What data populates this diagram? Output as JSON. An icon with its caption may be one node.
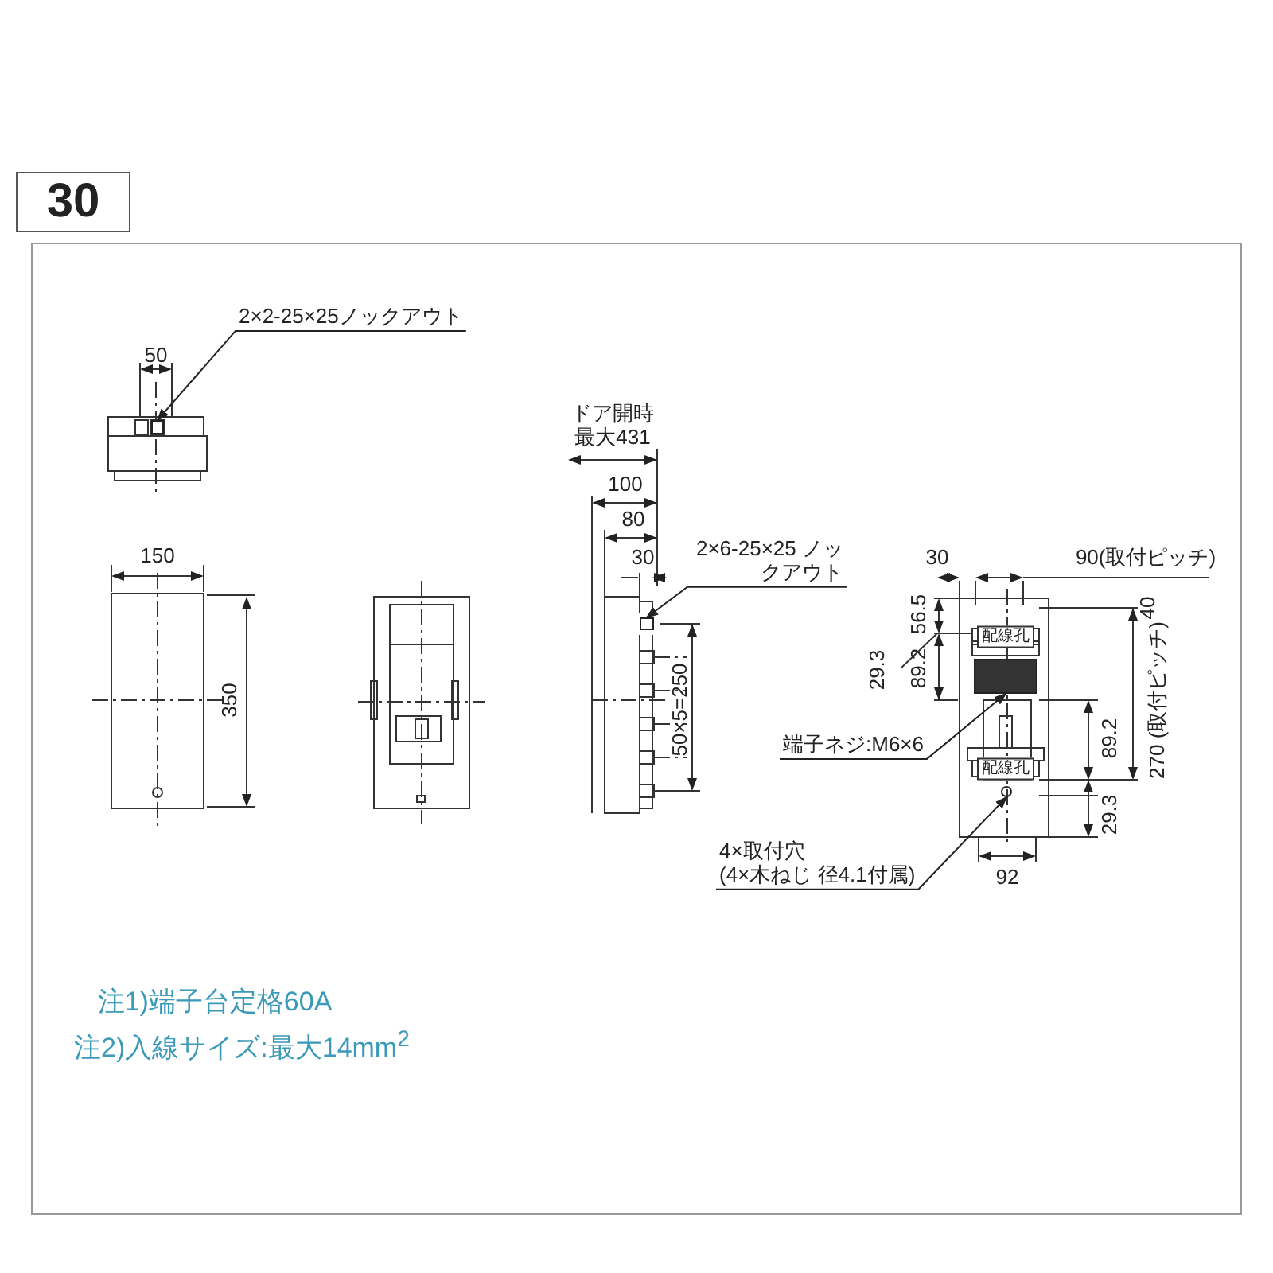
{
  "diagram": {
    "nodes": [
      {
        "text": [
          "30"
        ]
      },
      {
        "text": [
          "2×2-25×25ノックアウト"
        ]
      },
      {
        "text": [],
        "shape": "box"
      },
      {
        "text": [
          "2×6-25×25 ノックアウト"
        ]
      },
      {
        "text": [],
        "shape": "box"
      },
      {
        "text": [
          "端子ネジ:M6×6"
        ]
      },
      {
        "text": [],
        "shape": "box"
      },
      {
        "text": [
          "4×取付穴",
          "(4×木ねじ 径4.1付属)"
        ]
      },
      {
        "text": [],
        "shape": "circle"
      }
    ],
    "edges": [
      {
        "from": 1,
        "to": 2,
        "arrow": "to"
      },
      {
        "from": 3,
        "to": 4,
        "arrow": "to"
      },
      {
        "from": 5,
        "to": 6,
        "arrow": "to"
      },
      {
        "from": 7,
        "to": 8,
        "arrow": "to"
      }
    ],
    "labels": [
      "50",
      "150",
      "350",
      "ドア開時最大431",
      "100",
      "80",
      "30",
      "50×5=250",
      "30",
      "90(取付ピッチ)",
      "56.5",
      "40",
      "29.3",
      "89.2",
      "配線孔",
      "270 (取付ピッチ)",
      "89.2",
      "配線孔",
      "29.3",
      "92",
      "注1)端子台定格60A",
      "注2)入線サイズ:最大14mm$^{2}$"
    ]
  }
}
